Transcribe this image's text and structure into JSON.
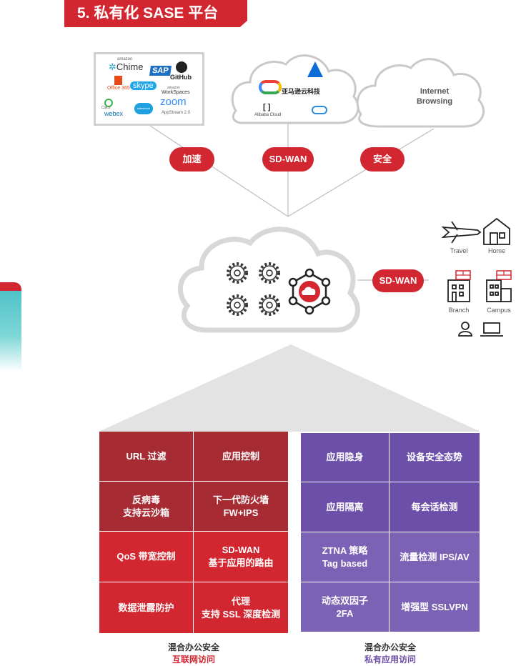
{
  "title": "5. 私有化 SASE 平台",
  "apps": {
    "chime_small": "amazon",
    "chime": "Chime",
    "sap": "SAP",
    "github": "GitHub",
    "office": "Office 365",
    "skype": "skype",
    "workspaces_small": "amazon",
    "workspaces": "WorkSpaces",
    "webex_small": "Cisco",
    "webex": "webex",
    "salesforce": "salesforce",
    "zoom": "zoom",
    "appstream": "AppStream 2.0"
  },
  "cloud2": {
    "aws_cn": "亚马逊云科技",
    "alibaba": "Alibaba Cloud"
  },
  "cloud3": {
    "line1": "Internet",
    "line2": "Browsing"
  },
  "pills": {
    "accelerate": "加速",
    "sdwan_top": "SD-WAN",
    "security": "安全",
    "sdwan_right": "SD-WAN"
  },
  "devices": {
    "travel": "Travel",
    "home": "Home",
    "branch": "Branch",
    "campus": "Campus"
  },
  "colors": {
    "red": "#d22630",
    "darkred": "#a62b32",
    "purple": "#6b4fa8",
    "purple_light": "#7b62b5"
  },
  "left_grid": [
    [
      "URL 过滤",
      "应用控制"
    ],
    [
      "反病毒\n支持云沙箱",
      "下一代防火墙\nFW+IPS"
    ],
    [
      "QoS 带宽控制",
      "SD-WAN\n基于应用的路由"
    ],
    [
      "数据泄露防护",
      "代理\n支持 SSL 深度检测"
    ]
  ],
  "right_grid": [
    [
      "应用隐身",
      "设备安全态势"
    ],
    [
      "应用隔离",
      "每会话检测"
    ],
    [
      "ZTNA 策略\nTag based",
      "流量检测 IPS/AV"
    ],
    [
      "动态双因子\n2FA",
      "增强型 SSLVPN"
    ]
  ],
  "footer_left": {
    "line1": "混合办公安全",
    "line2": "互联网访问"
  },
  "footer_right": {
    "line1": "混合办公安全",
    "line2": "私有应用访问"
  }
}
